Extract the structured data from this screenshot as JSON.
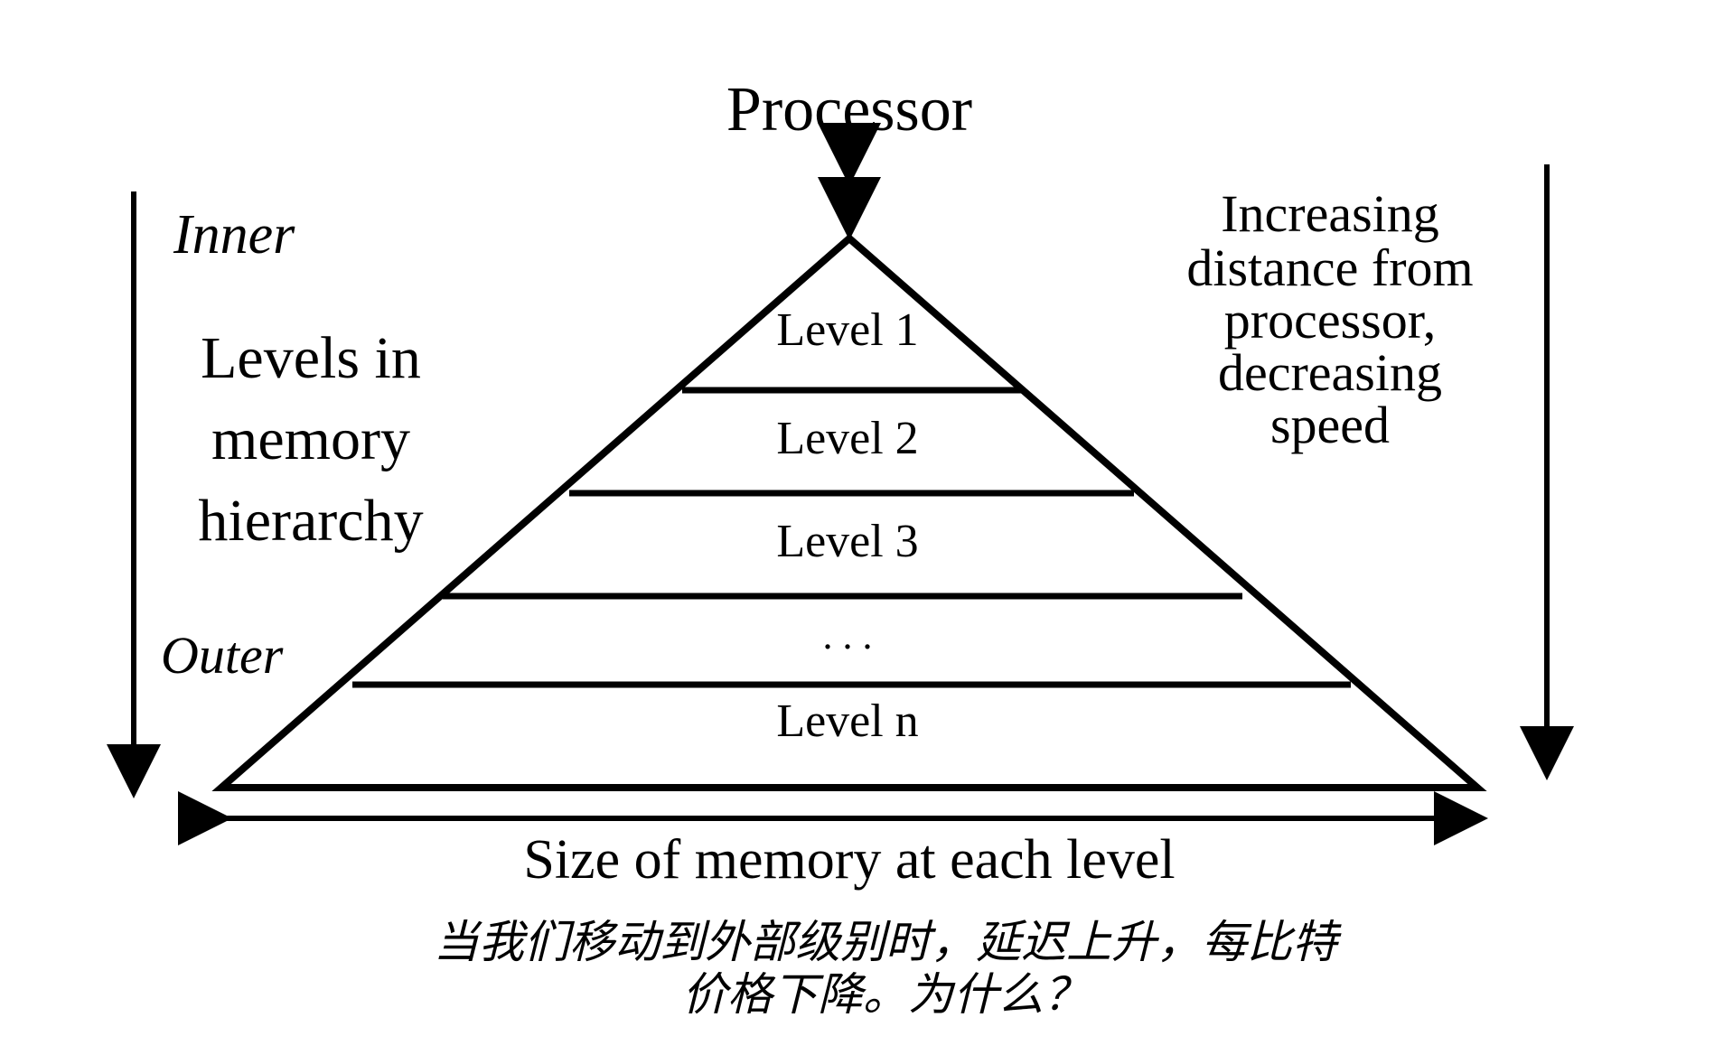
{
  "top_label": "Processor",
  "inner_label": "Inner",
  "outer_label": "Outer",
  "left_caption": [
    "Levels in",
    "memory",
    "hierarchy"
  ],
  "right_caption": [
    "Increasing",
    "distance from",
    "processor,",
    "decreasing",
    "speed"
  ],
  "levels": [
    "Level 1",
    "Level 2",
    "Level 3",
    ". . .",
    "Level n"
  ],
  "bottom_label": "Size of memory at each level",
  "note_lines": [
    "当我们移动到外部级别时，延迟上升，每比特",
    "价格下降。为什么？"
  ]
}
